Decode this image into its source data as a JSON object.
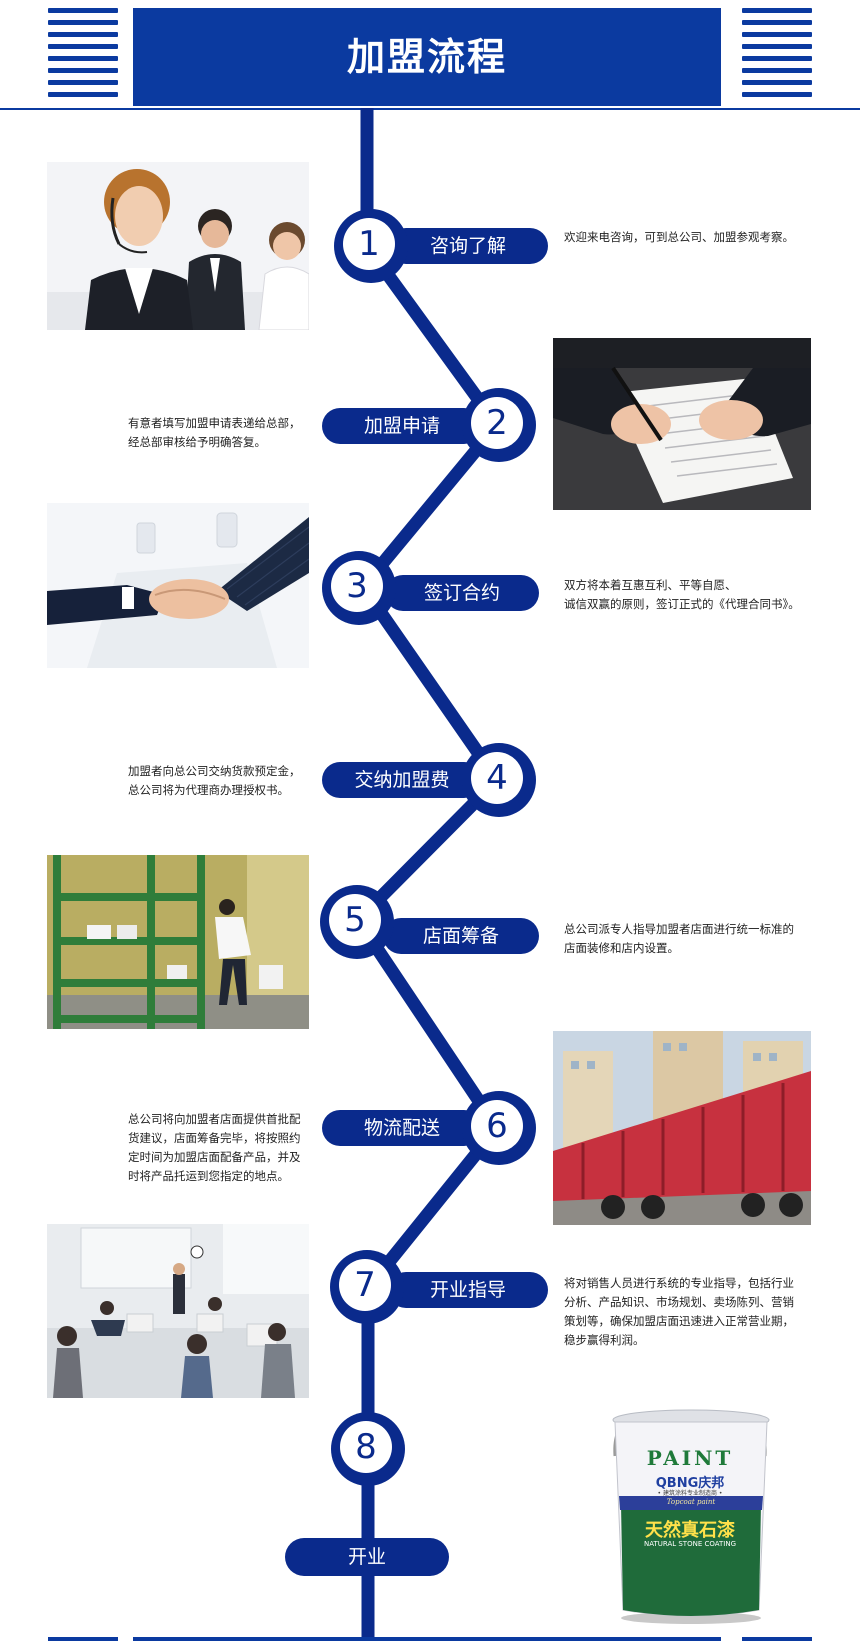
{
  "header": {
    "title": "加盟流程"
  },
  "steps": [
    {
      "number": "1",
      "label": "咨询了解",
      "desc": [
        "欢迎来电咨询，可到总公司、加盟参观考察。"
      ]
    },
    {
      "number": "2",
      "label": "加盟申请",
      "desc": [
        "有意者填写加盟申请表递给总部，",
        "经总部审核给予明确答复。"
      ]
    },
    {
      "number": "3",
      "label": "签订合约",
      "desc": [
        "双方将本着互惠互利、平等自愿、",
        "诚信双赢的原则，签订正式的《代理合同书》。"
      ]
    },
    {
      "number": "4",
      "label": "交纳加盟费",
      "desc": [
        "加盟者向总公司交纳货款预定金，",
        "总公司将为代理商办理授权书。"
      ]
    },
    {
      "number": "5",
      "label": "店面筹备",
      "desc": [
        "总公司派专人指导加盟者店面进行统一标准的",
        "店面装修和店内设置。"
      ]
    },
    {
      "number": "6",
      "label": "物流配送",
      "desc": [
        "总公司将向加盟者店面提供首批配",
        "货建议，店面筹备完毕，将按照约",
        "定时间为加盟店面配备产品，并及",
        "时将产品托运到您指定的地点。"
      ]
    },
    {
      "number": "7",
      "label": "开业指导",
      "desc": [
        "将对销售人员进行系统的专业指导，包括行业",
        "分析、产品知识、市场规划、卖场陈列、营销",
        "策划等，确保加盟店面迅速进入正常营业期，",
        "稳步赢得利润。"
      ]
    },
    {
      "number": "8",
      "label": "开业"
    }
  ],
  "product": {
    "brand_top": "PAINT",
    "brand_logo": "QBNG",
    "brand_cn": "庆邦",
    "tagline": "• 建筑涂料专业制造商 •",
    "strip_text": "Topcoat paint",
    "name_cn": "天然真石漆",
    "name_en": "NATURAL STONE COATING"
  },
  "colors": {
    "primary": "#0b3aa0",
    "badge": "#0a2a8c"
  }
}
